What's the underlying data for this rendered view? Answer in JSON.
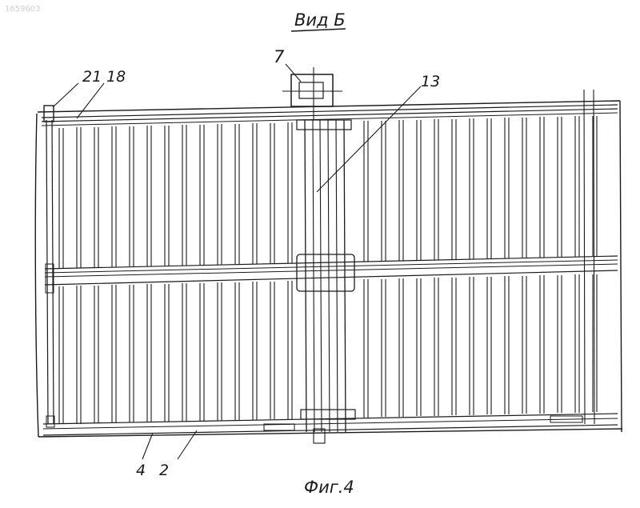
{
  "drawing": {
    "doc_number": "1659603",
    "view_title": "Вид Б",
    "figure_caption": "Фиг.4",
    "callouts": {
      "c21": "21",
      "c18": "18",
      "c7": "7",
      "c13": "13",
      "c4": "4",
      "c2": "2"
    }
  }
}
